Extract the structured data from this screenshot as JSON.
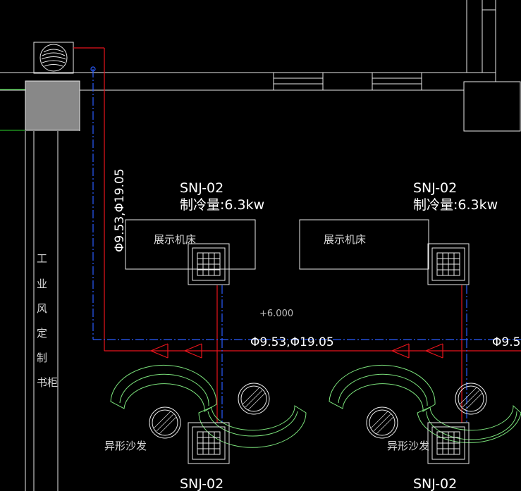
{
  "drawing": {
    "colors": {
      "background": "#000000",
      "wall": "#e8e8e8",
      "refrigerant_liquid": "#e8141c",
      "refrigerant_gas": "#2a5cff",
      "furniture": "#7be27b",
      "room_fill": "#888888",
      "pipe_green": "#2bd62b",
      "label": "#ffffff",
      "annotation_dim": "#d7d7d7"
    },
    "units": [
      {
        "model": "SNJ-02",
        "capacity": "制冷量:6.3kw"
      },
      {
        "model": "SNJ-02",
        "capacity": "制冷量:6.3kw"
      },
      {
        "model": "SNJ-02"
      },
      {
        "model": "SNJ-02"
      }
    ],
    "machines": [
      {
        "label": "展示机床"
      },
      {
        "label": "展示机床"
      }
    ],
    "pipe_labels": {
      "vertical": "Φ9.53,Φ19.05",
      "main_1": "Φ9.53,Φ19.05",
      "main_2": "Φ9.5"
    },
    "elevation": "+6.000",
    "cabinet_label": [
      "工",
      "业",
      "风",
      "定",
      "制",
      "书柜"
    ],
    "sofa_labels": [
      "异形沙发",
      "异形沙发"
    ]
  }
}
